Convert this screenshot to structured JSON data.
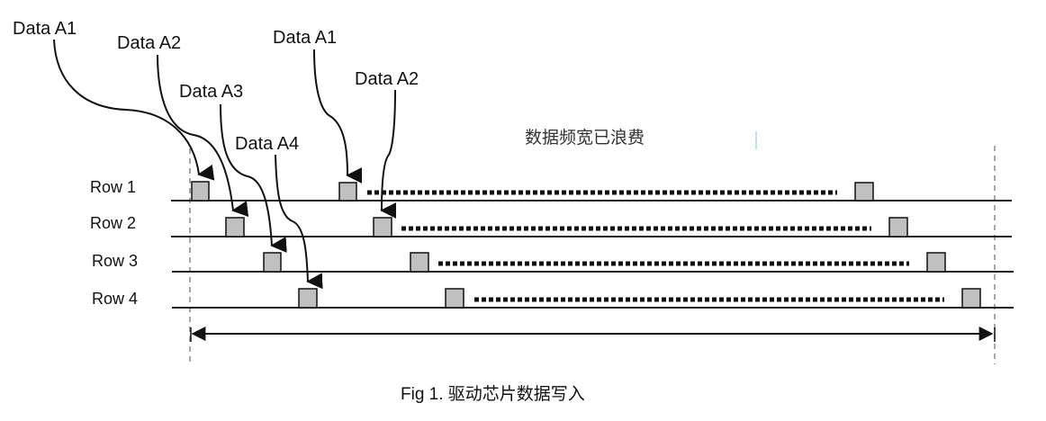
{
  "figure": {
    "caption": "Fig 1.  驱动芯片数据写入",
    "wasted_bandwidth_label": "数据频宽已浪费",
    "rows": [
      "Row 1",
      "Row 2",
      "Row 3",
      "Row 4"
    ],
    "callouts_first_pass": [
      "Data A1",
      "Data A2",
      "Data A3",
      "Data A4"
    ],
    "callouts_second_pass": [
      "Data A1",
      "Data A2"
    ],
    "colors": {
      "block_fill": "#c0c0c0",
      "stroke": "#111111",
      "guide_dash": "#888888",
      "cursor_mark": "#7fc8f0"
    }
  }
}
